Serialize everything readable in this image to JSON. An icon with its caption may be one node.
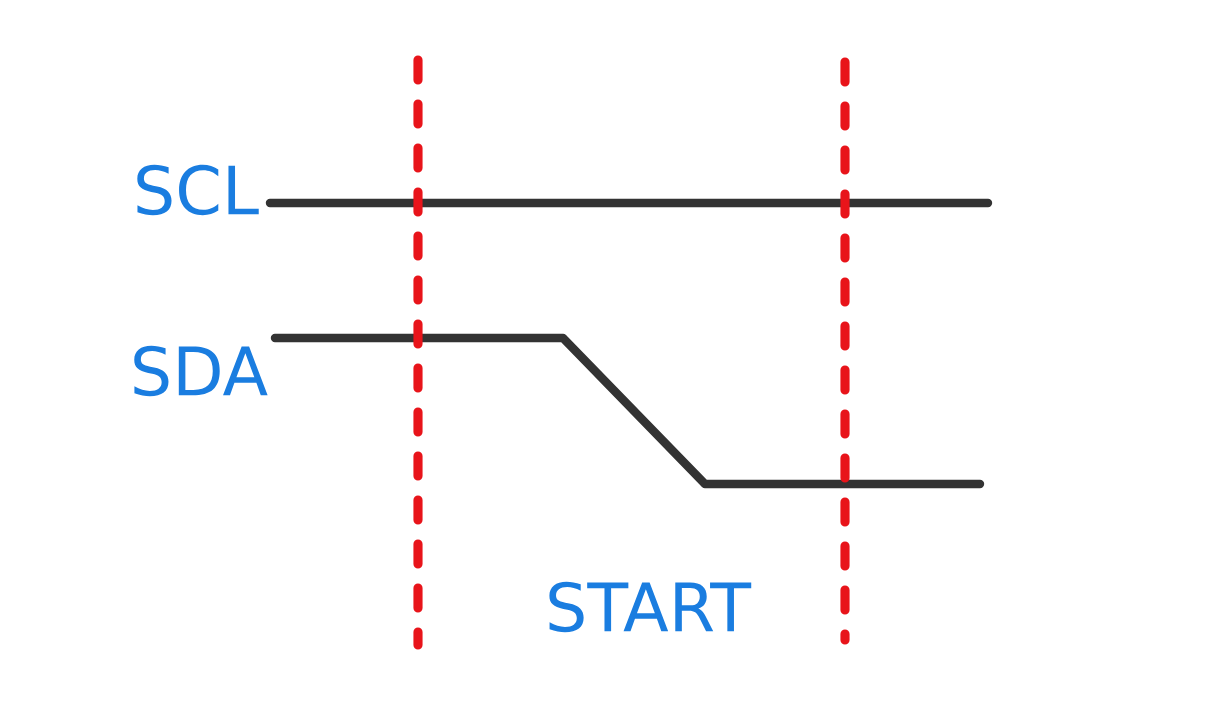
{
  "diagram": {
    "labels": [
      "SCL",
      "SDA",
      "START"
    ]
  }
}
